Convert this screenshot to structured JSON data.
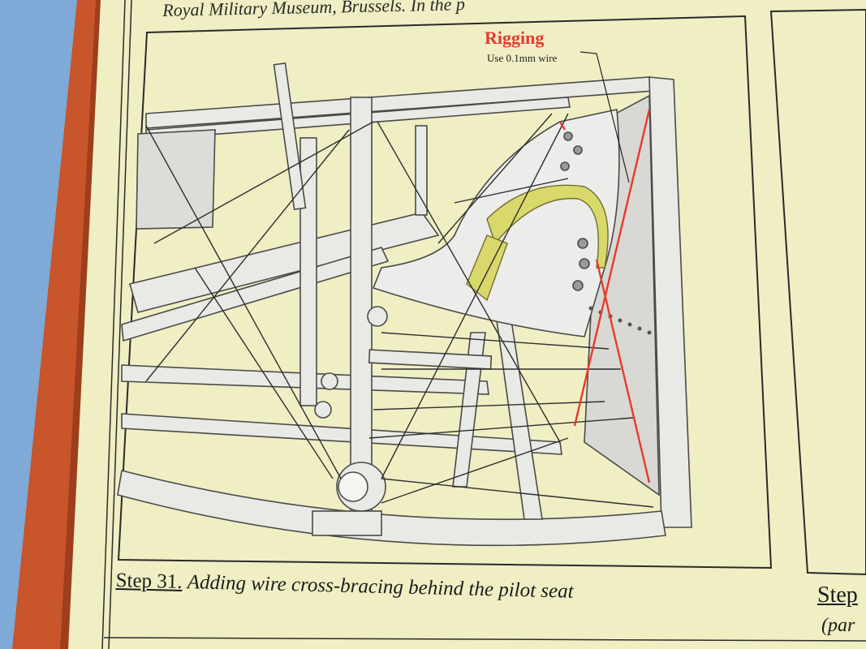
{
  "page": {
    "header_text": "Royal Military Museum, Brussels. In the p",
    "background_color": "#7fa9d6",
    "paper_color": "#f0eec3",
    "spine_color": "#c9552b"
  },
  "diagram": {
    "rigging_title": "Rigging",
    "rigging_note": "Use 0.1mm wire",
    "rigging_color": "#e63b2e",
    "strap_color": "#d9d86a"
  },
  "caption": {
    "step_label": "Step 31.",
    "description": "Adding wire cross-bracing behind the pilot seat"
  },
  "next_panel": {
    "step_label": "Step",
    "sub_label": "(par"
  }
}
